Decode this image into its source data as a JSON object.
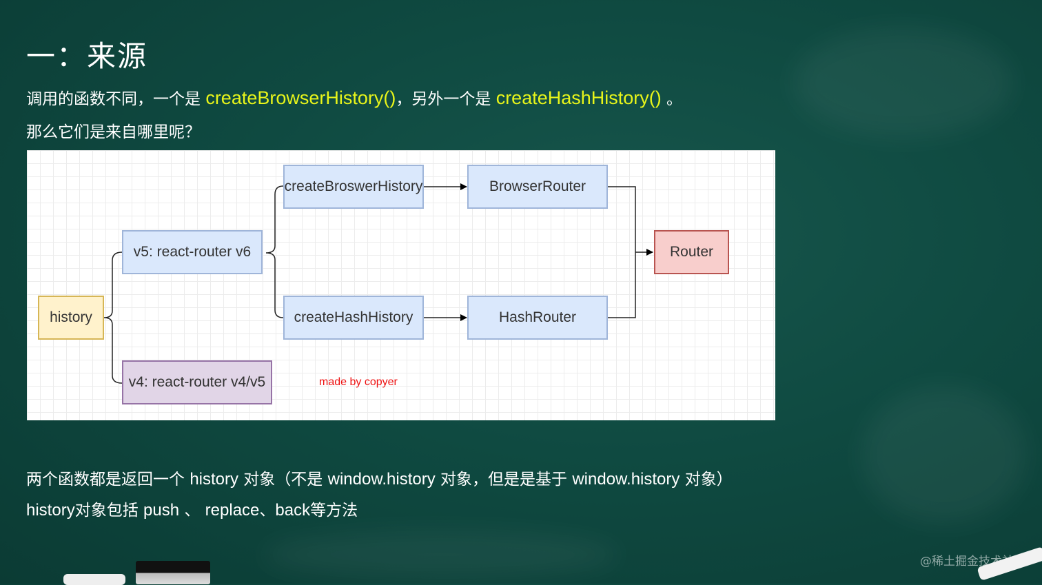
{
  "slide": {
    "title": "一：来源",
    "line1_prefix": "调用的函数不同，一个是 ",
    "line1_fn1": "createBrowserHistory()",
    "line1_mid": "，另外一个是 ",
    "line1_fn2": "createHashHistory()",
    "line1_suffix": " 。",
    "line2": "那么它们是来自哪里呢？",
    "line3_prefix": "两个函数都是返回一个 ",
    "line3_a": "history",
    "line3_b": " 对象（不是 ",
    "line3_c": "window.history",
    "line3_d": " 对象，但是是基于 ",
    "line3_e": "window.history",
    "line3_f": " 对象）",
    "line4_a": "history",
    "line4_b": "对象包括  ",
    "line4_c": "push",
    "line4_d": " 、 ",
    "line4_e": "replace",
    "line4_f": "、",
    "line4_g": "back",
    "line4_h": "等方法",
    "watermark": "@稀土掘金技术社区"
  },
  "diagram": {
    "nodes": {
      "history": "history",
      "v5": "v5:   react-router v6",
      "v4": "v4: react-router v4/v5",
      "browser_history": "createBroswerHistory",
      "hash_history": "createHashHistory",
      "browser_router": "BrowserRouter",
      "hash_router": "HashRouter",
      "router": "Router"
    },
    "note": "made by copyer"
  },
  "colors": {
    "highlight": "#e8f51a",
    "board": "#0f4a41",
    "node_blue": "#dae8fc",
    "node_yellow": "#fff2cc",
    "node_purple": "#e1d5e7",
    "node_red": "#f8cecc",
    "note_red": "#ee1111"
  }
}
